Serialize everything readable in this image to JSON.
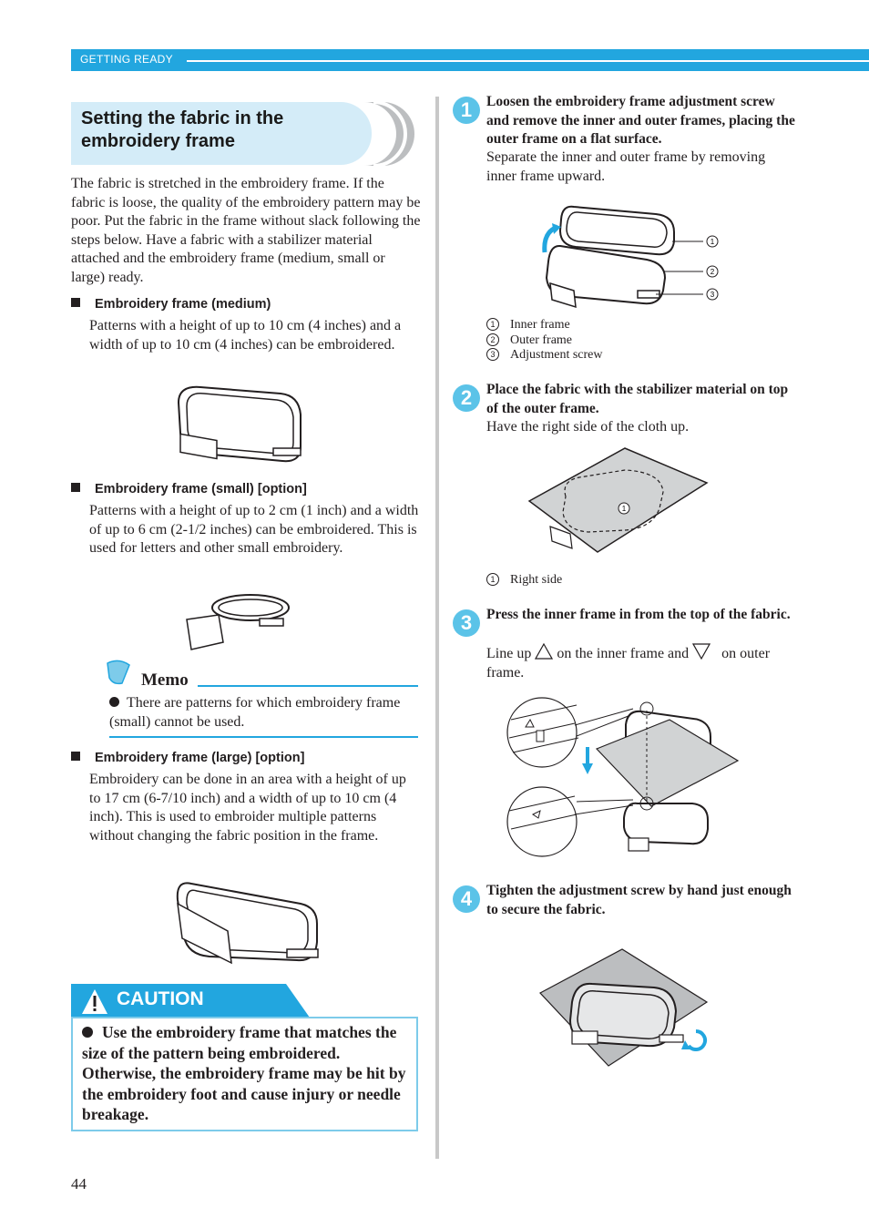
{
  "header": {
    "section": "GETTING READY"
  },
  "title": "Setting the fabric in the embroidery frame",
  "intro": "The fabric is stretched in the embroidery frame. If the fabric is loose, the quality of the embroidery pattern may be poor. Put the fabric in the frame without slack following the steps below. Have a fabric with a stabilizer material attached and the embroidery frame (medium, small or large) ready.",
  "frames": [
    {
      "heading": "Embroidery frame (medium)",
      "text": "Patterns with a height of up to 10 cm (4 inches) and a width of up to 10 cm (4 inches) can be embroidered."
    },
    {
      "heading": "Embroidery frame (small) [option]",
      "text": "Patterns with a height of up to 2 cm (1 inch) and a width of up to 6 cm (2-1/2 inches) can be embroidered. This is used for letters and other small embroidery."
    },
    {
      "heading": "Embroidery frame (large) [option]",
      "text": "Embroidery can be done in an area with a height of up to 17 cm (6-7/10 inch) and a width of up to 10 cm (4 inch). This is used to embroider multiple patterns without changing the fabric position in the frame."
    }
  ],
  "memo": {
    "title": "Memo",
    "text": "There are patterns for which embroidery frame (small) cannot be used."
  },
  "caution": {
    "label": "CAUTION",
    "text": "Use the embroidery frame that matches the size of the pattern being embroidered. Otherwise, the embroidery frame may be hit by the embroidery foot and cause injury or needle breakage."
  },
  "steps": [
    {
      "num": "1",
      "head": "Loosen the embroidery frame adjustment screw and remove the inner and outer frames, placing the outer frame on a flat surface.",
      "body": "Separate the inner and outer frame by removing inner frame upward.",
      "legend": [
        {
          "n": "1",
          "label": "Inner frame"
        },
        {
          "n": "2",
          "label": "Outer frame"
        },
        {
          "n": "3",
          "label": "Adjustment screw"
        }
      ]
    },
    {
      "num": "2",
      "head": "Place the fabric with the stabilizer material on top of the outer frame.",
      "body": "Have the right side of the cloth up.",
      "legend": [
        {
          "n": "1",
          "label": "Right side"
        }
      ]
    },
    {
      "num": "3",
      "head": "Press the inner frame in from the top of the fabric.",
      "body_a": "Line up",
      "body_b": "on the inner frame and",
      "body_c": "on outer frame."
    },
    {
      "num": "4",
      "head": "Tighten the adjustment screw by hand just enough to secure the fabric."
    }
  ],
  "page_number": "44",
  "colors": {
    "accent": "#22a6df",
    "title_bg": "#d4ecf8",
    "step_circle": "#5bc3e8"
  }
}
